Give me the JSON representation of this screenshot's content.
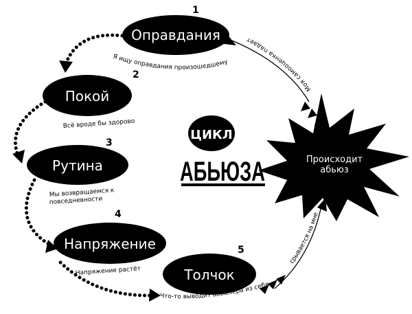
{
  "colors": {
    "ink": "#000000",
    "paper": "#ffffff"
  },
  "center": {
    "line1": "ЦИКЛ",
    "line2": "АБЬЮЗА"
  },
  "stages": [
    {
      "number": "1",
      "title": "Оправдания",
      "caption": "Я ищу оправдания произошедшему"
    },
    {
      "number": "2",
      "title": "Покой",
      "caption": "Всё вроде бы здорово"
    },
    {
      "number": "3",
      "title": "Рутина",
      "caption_lines": [
        "Мы возвращаемся к",
        "повседневности"
      ]
    },
    {
      "number": "4",
      "title": "Напряжение",
      "caption": "Напряжение растёт"
    },
    {
      "number": "5",
      "title": "Толчок",
      "caption": "Что-то выводит абьюзера из себя"
    }
  ],
  "burst": {
    "lines": [
      "Происходит",
      "абьюз"
    ]
  },
  "transitions": {
    "to_burst": "срывается на мне",
    "from_burst": "Моя самооценка падает"
  }
}
